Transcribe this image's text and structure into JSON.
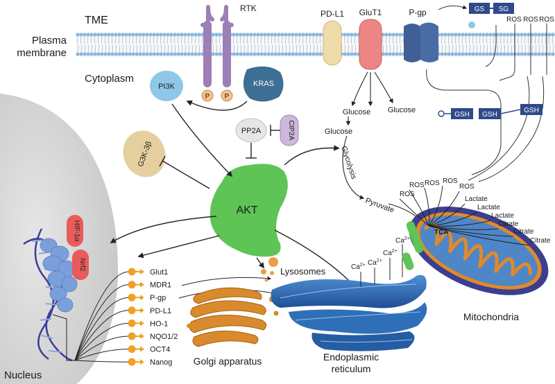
{
  "regions": {
    "tme": "TME",
    "plasma_membrane_line1": "Plasma",
    "plasma_membrane_line2": "membrane",
    "cytoplasm": "Cytoplasm",
    "nucleus": "Nucleus"
  },
  "membrane_proteins": {
    "rtk": "RTK",
    "rtk_phospho": "P",
    "pdl1": "PD-L1",
    "glut1": "GluT1",
    "pgp": "P-gp"
  },
  "signaling": {
    "pi3k": "PI3K",
    "kras": "KRAS",
    "gsk3b": "G3K-3β",
    "pp2a": "PP2A",
    "cip2a": "CIP2A",
    "akt": "AKT"
  },
  "nuclear_factors": {
    "hif1a": "HIF-1α",
    "nrf2": "Nrf2"
  },
  "target_genes": [
    "Glut1",
    "MDR1",
    "P-gp",
    "PD-L1",
    "HO-1",
    "NQO1/2",
    "OCT4",
    "Nanog"
  ],
  "metabolism": {
    "glucose": "Glucose",
    "glycolysis": "Glycolysis",
    "pyruvate": "Pyruvate",
    "tca": "TCA",
    "ros": "ROS",
    "lactate": "Lactate",
    "citrate": "Citrate",
    "ca": "Ca",
    "ca_sup": "2+",
    "gs": "GS",
    "sg": "SG",
    "gsh": "GSH"
  },
  "organelles": {
    "lysosomes": "Lysosomes",
    "golgi": "Golgi apparatus",
    "er_line1": "Endoplasmic",
    "er_line2": "reticulum",
    "mitochondria": "Mitochondria"
  },
  "colors": {
    "akt": "#5ec455",
    "pi3k": "#8ec7e8",
    "kras": "#3d6e93",
    "membrane": "#8db7dc",
    "er": "#2f6fb8",
    "golgi": "#d98a2c",
    "mito_outer": "#3a3f8f",
    "mito_inner": "#e08a2a",
    "nucleus": "#d8d8d8",
    "red_factor": "#e85b5b",
    "gsh_box": "#2f4a8a",
    "gene_dot": "#f0a024"
  }
}
